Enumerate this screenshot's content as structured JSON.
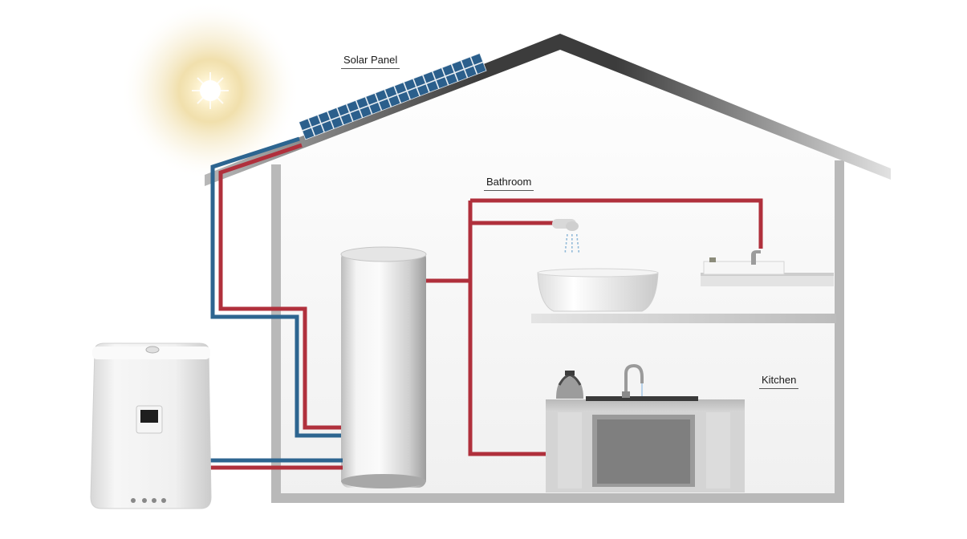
{
  "labels": {
    "solar_panel": "Solar Panel",
    "bathroom": "Bathroom",
    "kitchen": "Kitchen"
  },
  "colors": {
    "hot_pipe": "#b0303c",
    "cold_pipe": "#2d6590",
    "roof": "#4a4a4a",
    "wall": "#b8b8b8",
    "panel": "#2b5f8c",
    "sun": "#e6c56a"
  },
  "icons": [
    "sun-icon",
    "solar-panel-icon",
    "hot-water-tank-icon",
    "shower-head-icon",
    "bathtub-icon",
    "wash-basin-icon",
    "kettle-icon",
    "kitchen-faucet-icon",
    "heat-pump-unit-icon"
  ]
}
